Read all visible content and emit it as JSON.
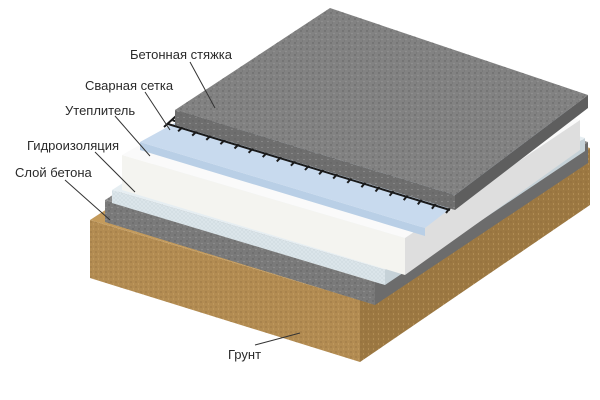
{
  "labels": {
    "screed": "Бетонная стяжка",
    "mesh": "Сварная сетка",
    "insulation": "Утеплитель",
    "waterproofing": "Гидроизоляция",
    "concrete": "Слой бетона",
    "soil": "Грунт"
  },
  "colors": {
    "soil": "#b38c52",
    "concrete": "#8a8a8a",
    "waterproofing": "#e2ebef",
    "insulation": "#f4f4f0",
    "mesh_base": "#b9cfe6",
    "mesh_wire": "#1a1a1a",
    "screed": "#7d7d7d"
  }
}
